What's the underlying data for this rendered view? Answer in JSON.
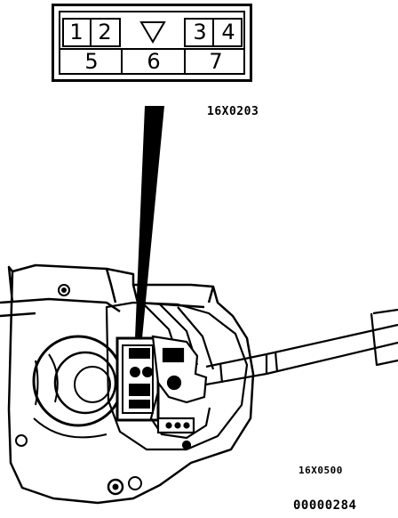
{
  "connector": {
    "top_row": [
      "1",
      "2",
      "3",
      "4"
    ],
    "bottom_row": [
      "5",
      "6",
      "7"
    ]
  },
  "labels": {
    "top_ref": "16X0203",
    "lower_ref": "16X0500",
    "doc_number": "00000284"
  }
}
